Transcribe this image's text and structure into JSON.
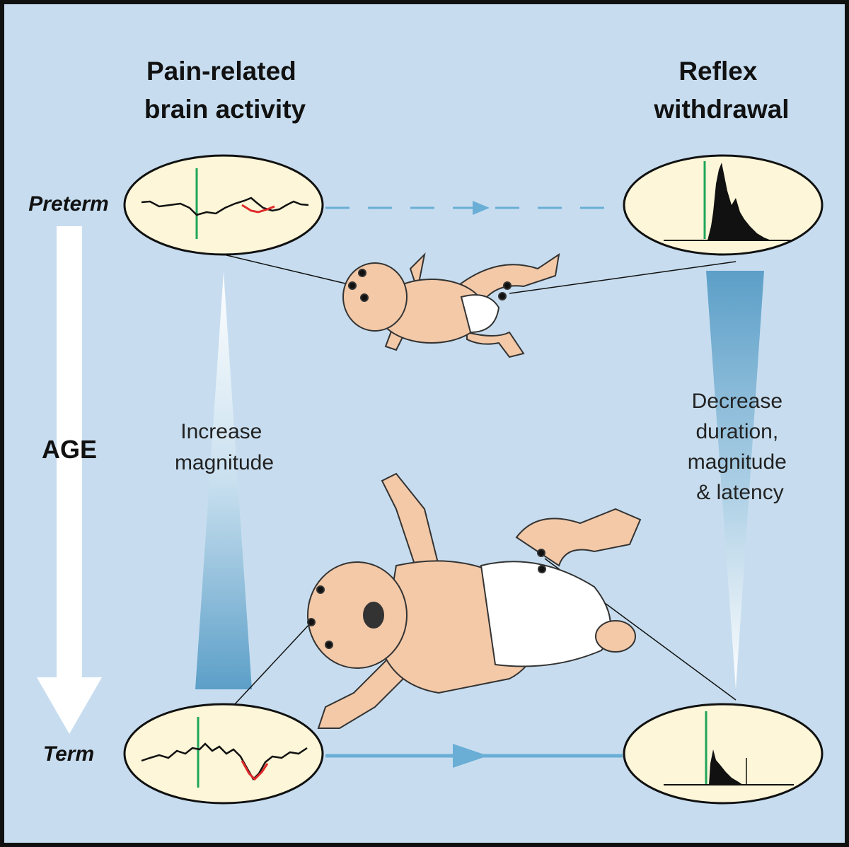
{
  "headers": {
    "brain_line1": "Pain-related",
    "brain_line2": "brain activity",
    "reflex_line1": "Reflex",
    "reflex_line2": "withdrawal"
  },
  "rows": {
    "preterm": "Preterm",
    "term": "Term"
  },
  "age_label": "AGE",
  "brain_note": [
    "Increase",
    "magnitude"
  ],
  "reflex_note": [
    "Decrease",
    "duration,",
    "magnitude",
    "& latency"
  ],
  "colors": {
    "background": "#c7ddef",
    "ellipse_fill": "#fdf6d8",
    "stimulus": "#1fa55a",
    "response": "#e02a2a",
    "arrow_blue": "#6aaed6",
    "skin": "#f3c9a8"
  }
}
